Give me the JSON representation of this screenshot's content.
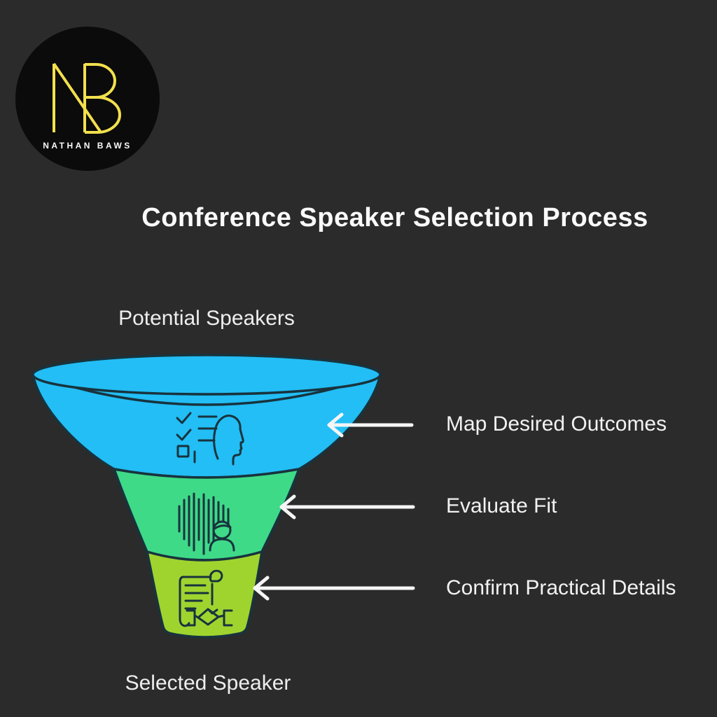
{
  "logo": {
    "monogram": "NB",
    "brand_name": "NATHAN BAWS"
  },
  "title": "Conference Speaker Selection Process",
  "funnel": {
    "top_label": "Potential Speakers",
    "bottom_label": "Selected Speaker",
    "stages": [
      {
        "label": "Map Desired Outcomes",
        "color": "#22bef5",
        "icon": "head-checklist-icon"
      },
      {
        "label": "Evaluate Fit",
        "color": "#3eda88",
        "icon": "voice-person-icon"
      },
      {
        "label": "Confirm Practical Details",
        "color": "#9fd42f",
        "icon": "contract-handshake-icon"
      }
    ]
  },
  "colors": {
    "background": "#2b2b2b",
    "outline": "#18333d",
    "arrow": "#f5f5f5",
    "text": "#f1f1f1",
    "logo_circle": "#0b0b0b",
    "logo_yellow": "#f2e04d"
  }
}
